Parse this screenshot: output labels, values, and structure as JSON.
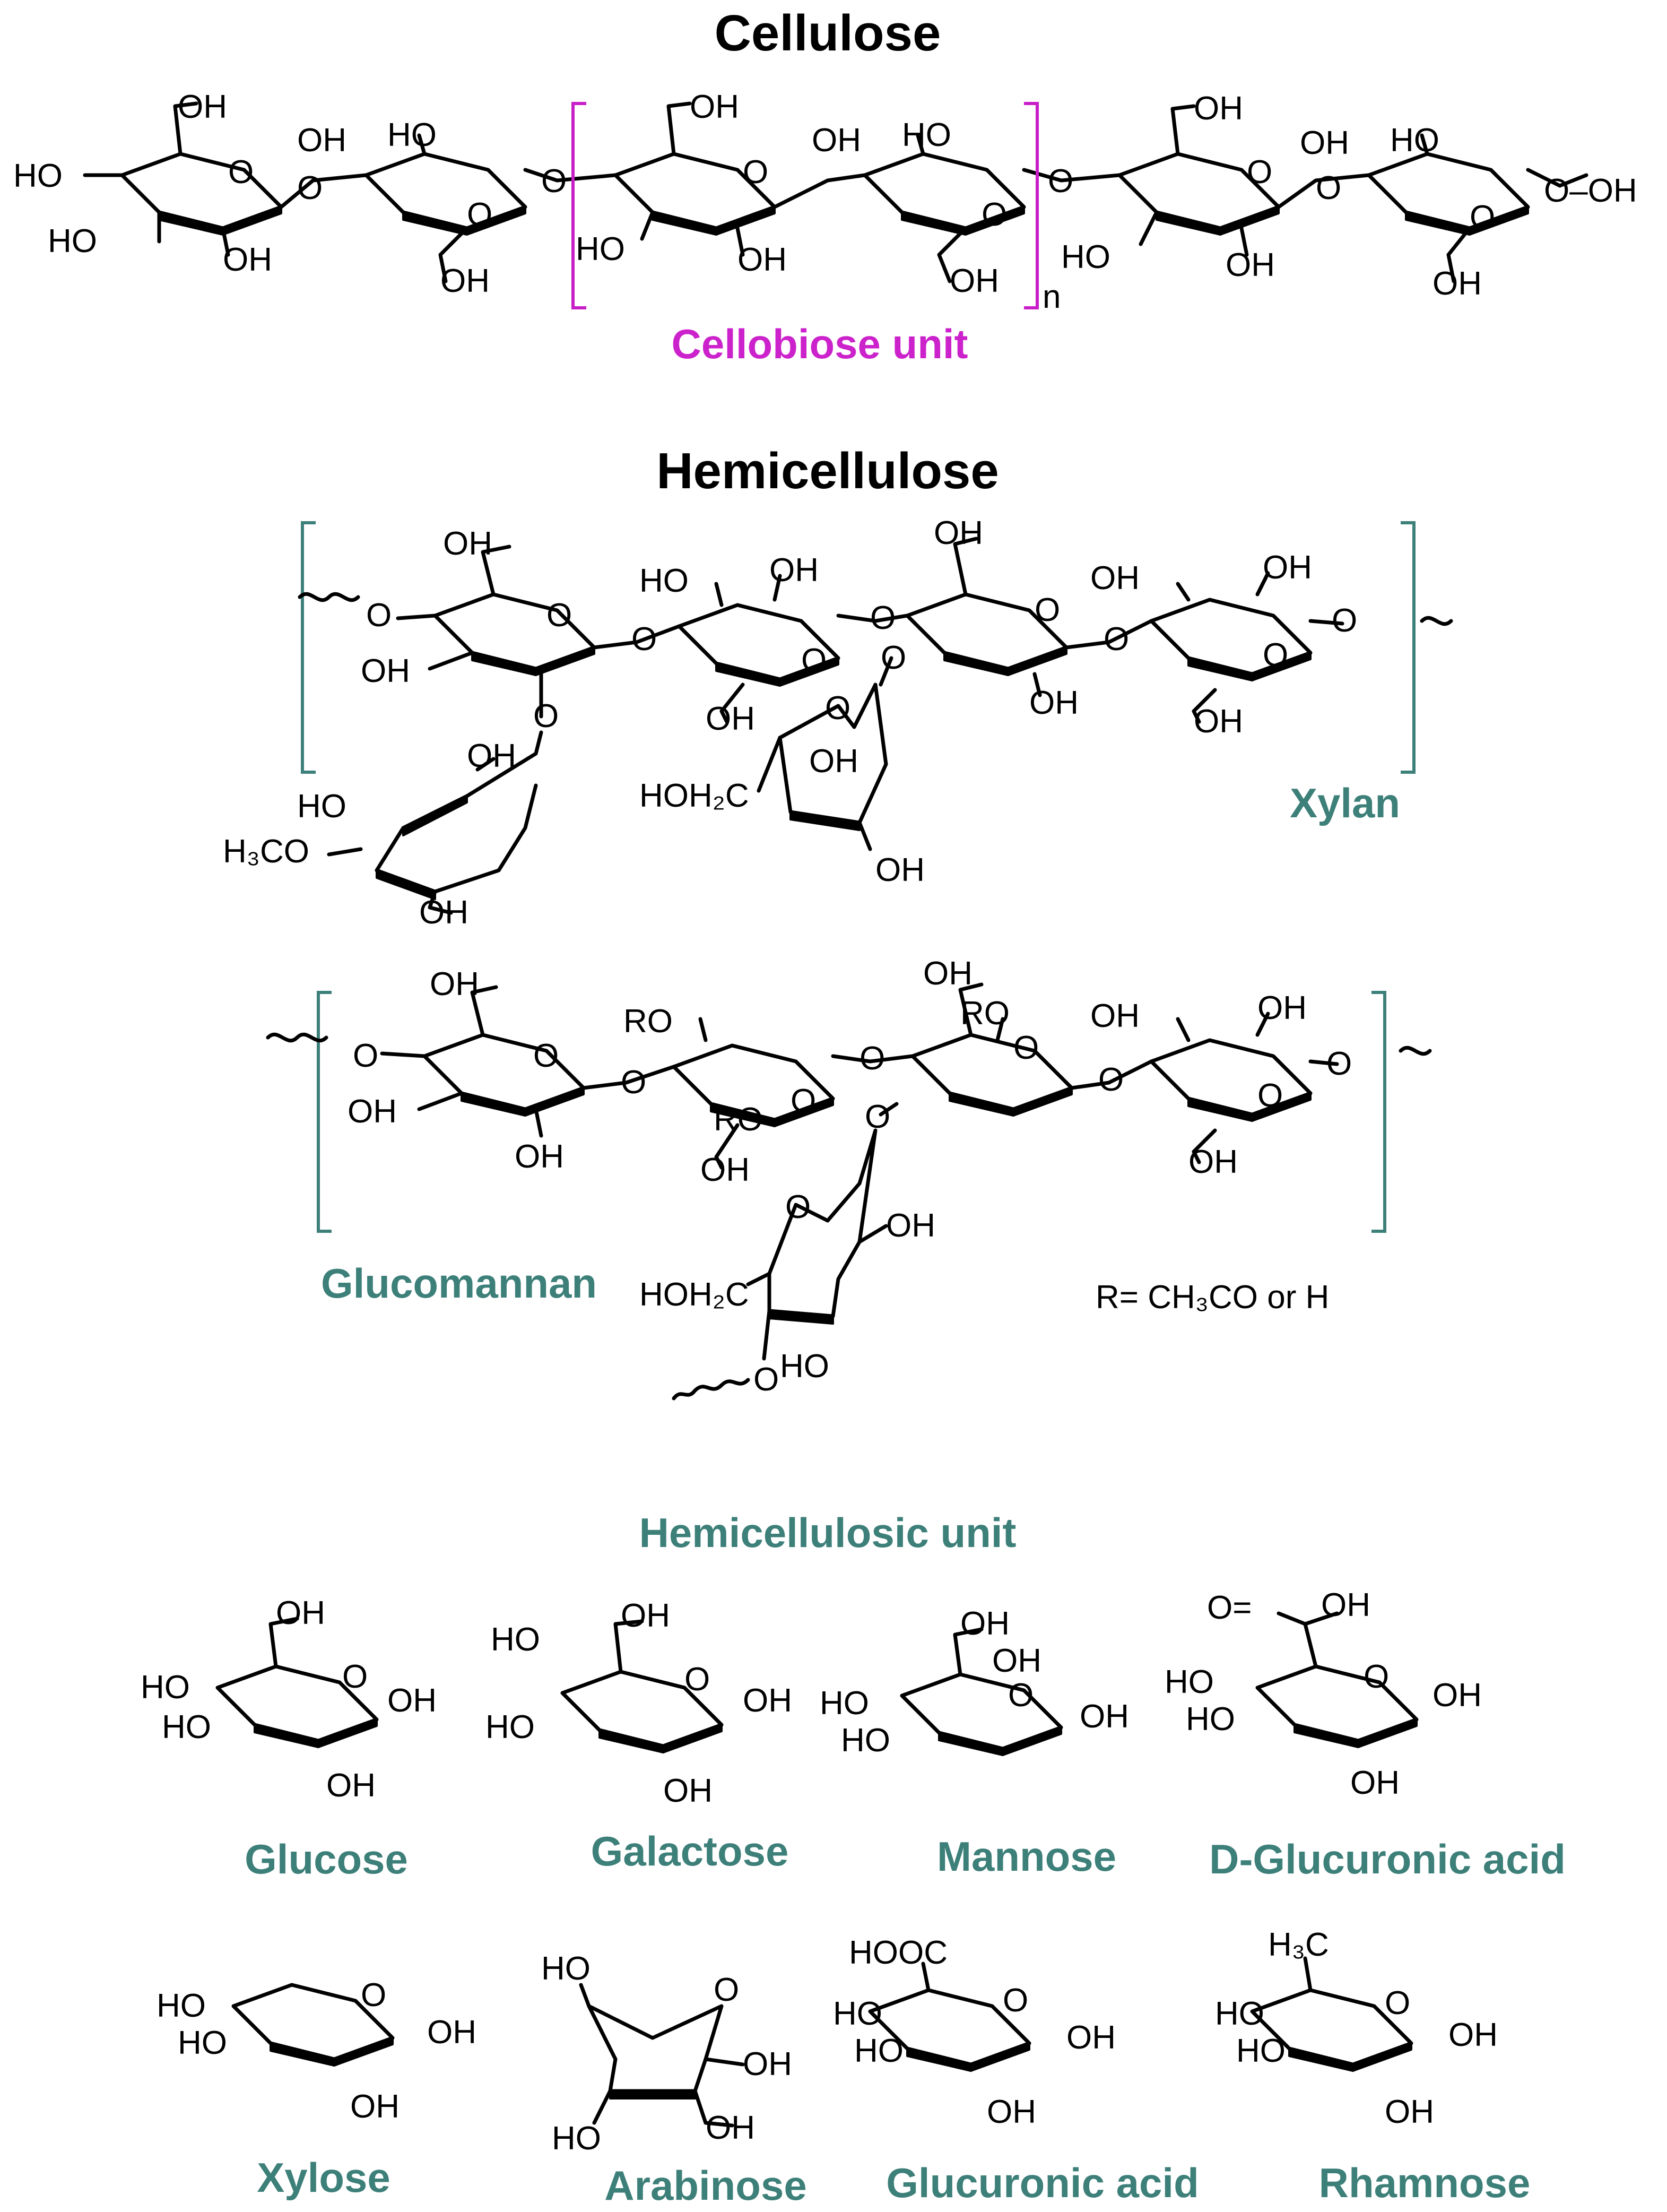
{
  "colors": {
    "black": "#000000",
    "magenta": "#cc22cc",
    "teal": "#3d7f79"
  },
  "titles": {
    "cellulose": "Cellulose",
    "hemicellulose": "Hemicellulose"
  },
  "labels": {
    "cellobiose_unit": "Cellobiose unit",
    "n": "n",
    "xylan": "Xylan",
    "glucomannan": "Glucomannan",
    "r_definition": "R= CH₃CO or H",
    "hemicellulosic_unit": "Hemicellulosic unit"
  },
  "atoms": {
    "OH": "OH",
    "HO": "HO",
    "O": "O",
    "O_OH": "O–OH",
    "HOH2C": "HOH₂C",
    "H3CO": "H₃CO",
    "RO": "RO",
    "HOOC": "HOOC",
    "H3C": "H₃C",
    "O_eq": "O="
  },
  "monomers": [
    "Glucose",
    "Galactose",
    "Mannose",
    "D-Glucuronic acid",
    "Xylose",
    "Arabinose",
    "Glucuronic acid",
    "Rhamnose"
  ]
}
